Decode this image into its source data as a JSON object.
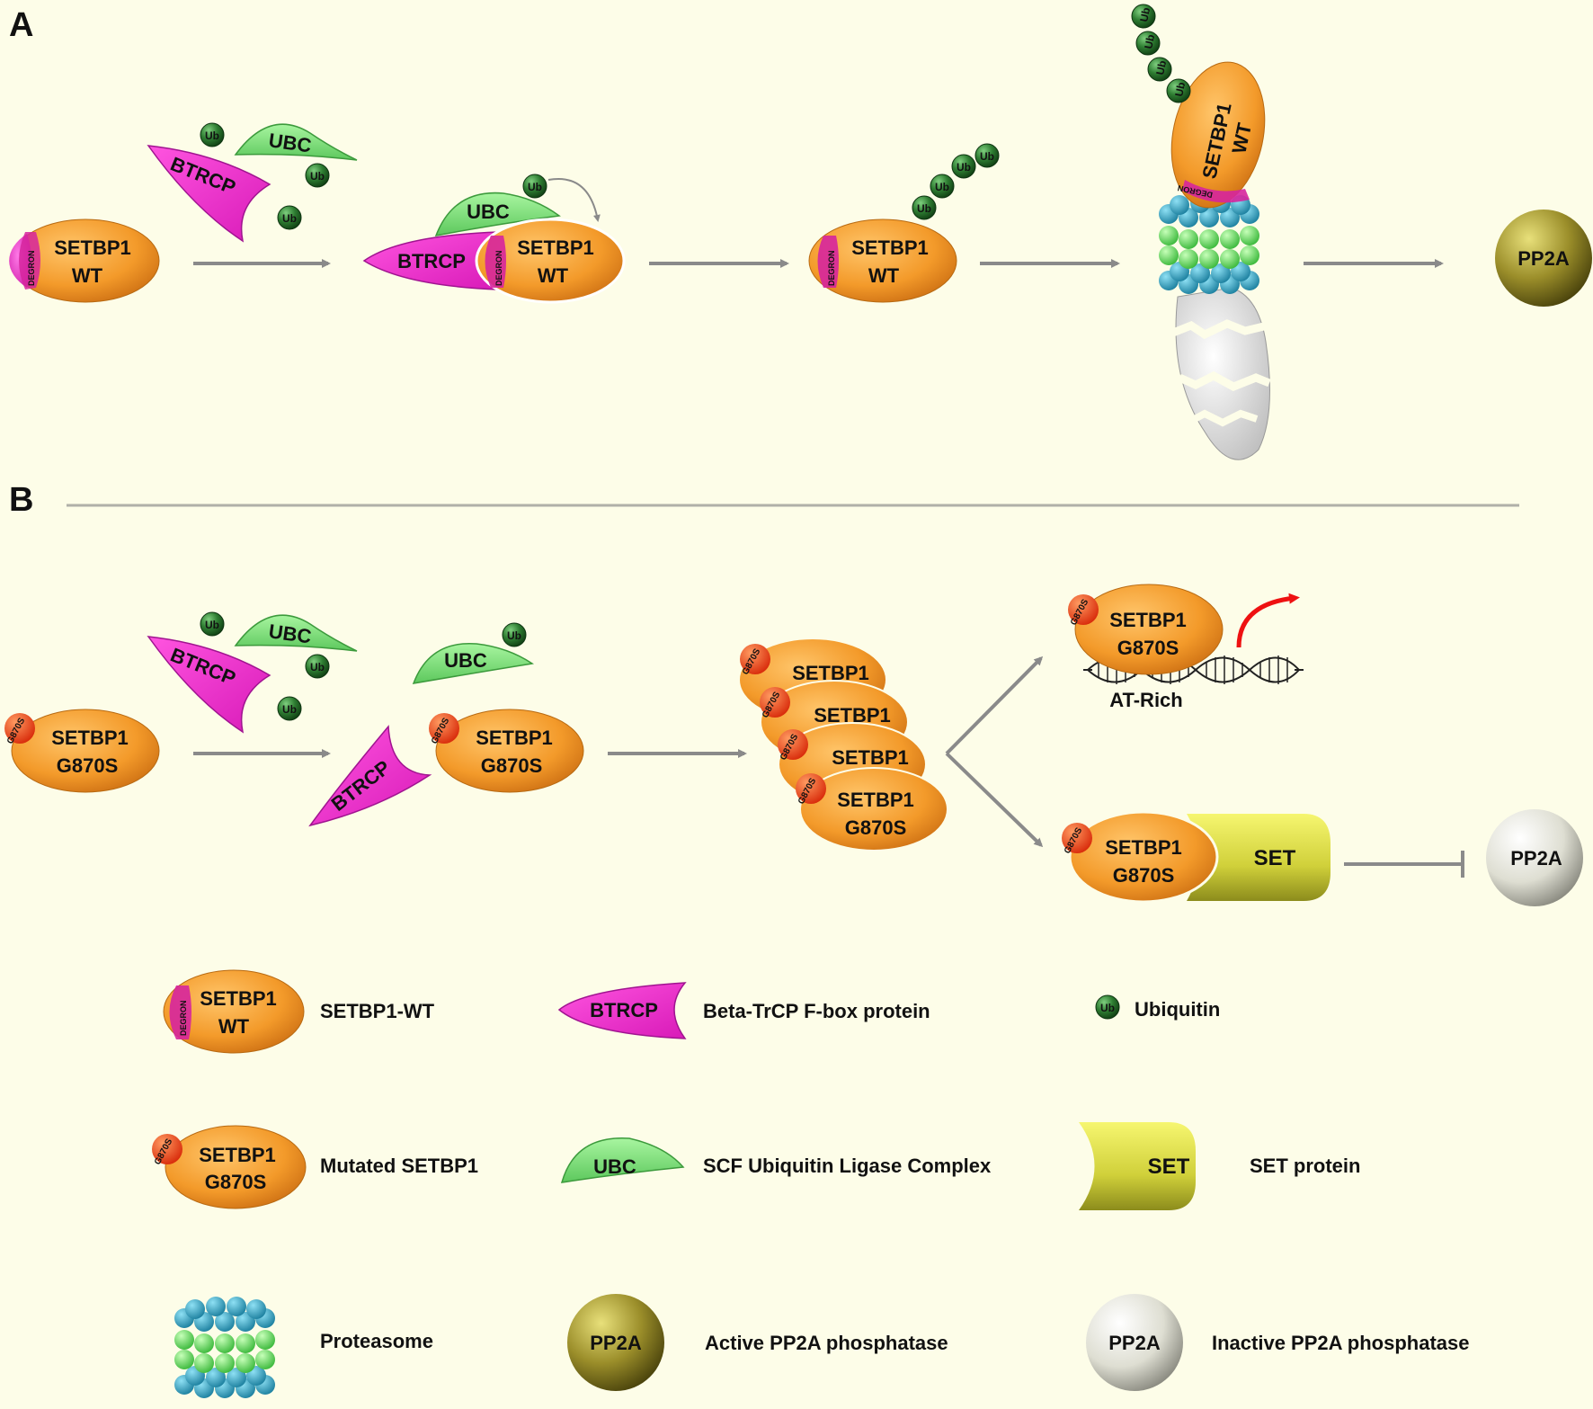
{
  "panels": {
    "a": "A",
    "b": "B"
  },
  "labels": {
    "setbp1": "SETBP1",
    "wt": "WT",
    "g870s": "G870S",
    "degron": "DEGRON",
    "mut_tag": "G870S",
    "btrcp": "BTRCP",
    "ubc": "UBC",
    "ub": "Ub",
    "pp2a": "PP2A",
    "set": "SET",
    "at_rich": "AT-Rich"
  },
  "legend": {
    "setbp1_wt": "SETBP1-WT",
    "btrcp": "Beta-TrCP F-box protein",
    "ubiquitin": "Ubiquitin",
    "mutated": "Mutated SETBP1",
    "ubc": "SCF Ubiquitin Ligase Complex",
    "set": "SET protein",
    "proteasome": "Proteasome",
    "pp2a_active": "Active PP2A phosphatase",
    "pp2a_inactive": "Inactive PP2A phosphatase"
  },
  "colors": {
    "background": "#fdfde8",
    "setbp1_orange": "#f39a2a",
    "degron_magenta": "#d6259d",
    "btrcp_magenta": "#e629c8",
    "ubc_green": "#7fe27f",
    "ubiquitin_green": "#2e7d32",
    "proteasome_blue": "#3aa6c4",
    "proteasome_green": "#6fe06f",
    "pp2a_active": "#9b8e2a",
    "pp2a_inactive": "#d8d8cc",
    "set_yellow": "#d8d840",
    "mutation_red": "#e8401a",
    "arrow_gray": "#8a8a8a",
    "transcription_red": "#ee1111"
  },
  "icons": [
    "ubiquitin-icon",
    "proteasome-icon",
    "dna-helix-icon",
    "curved-arrow-icon"
  ]
}
